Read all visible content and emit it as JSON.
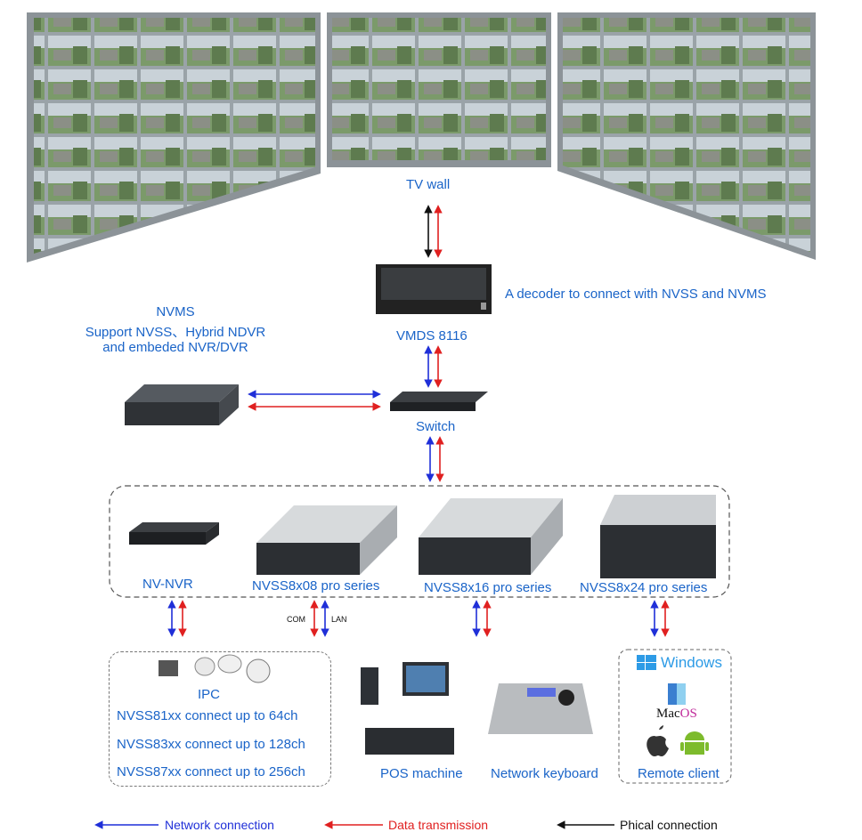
{
  "labels": {
    "tv_wall": "TV wall",
    "decoder_desc": "A decoder to connect with NVSS and NVMS",
    "vmds": "VMDS 8116",
    "nvms_title": "NVMS",
    "nvms_line1": "Support NVSS、Hybrid NDVR",
    "nvms_line2": "and embeded NVR/DVR",
    "switch": "Switch",
    "nv_nvr": "NV-NVR",
    "nvss8x08": "NVSS8x08 pro series",
    "nvss8x16": "NVSS8x16 pro series",
    "nvss8x24": "NVSS8x24 pro series",
    "com": "COM",
    "lan": "LAN",
    "ipc": "IPC",
    "ipc_line1": "NVSS81xx connect up to 64ch",
    "ipc_line2": "NVSS83xx connect up to 128ch",
    "ipc_line3": "NVSS87xx connect up to 256ch",
    "pos": "POS machine",
    "keyboard": "Network keyboard",
    "windows": "Windows",
    "mac_prefix": "Mac",
    "mac_os": "OS",
    "remote": "Remote client"
  },
  "legend": {
    "network": "Network connection",
    "data": "Data transmission",
    "physical": "Phical connection"
  },
  "colors": {
    "network": "#1f2fd8",
    "data": "#e02020",
    "physical": "#111111",
    "label": "#1a64c8"
  }
}
